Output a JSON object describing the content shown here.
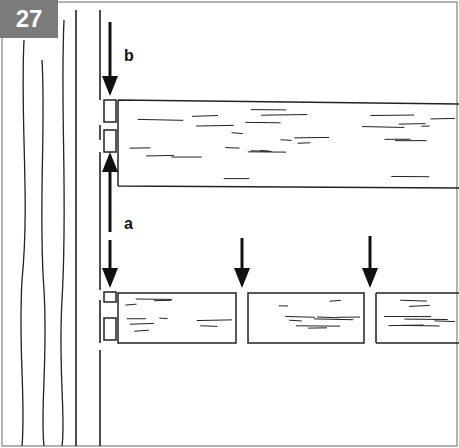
{
  "diagram": {
    "nodes": [
      {
        "text": [
          "27"
        ]
      }
    ],
    "labels": [
      "b",
      "a"
    ]
  }
}
